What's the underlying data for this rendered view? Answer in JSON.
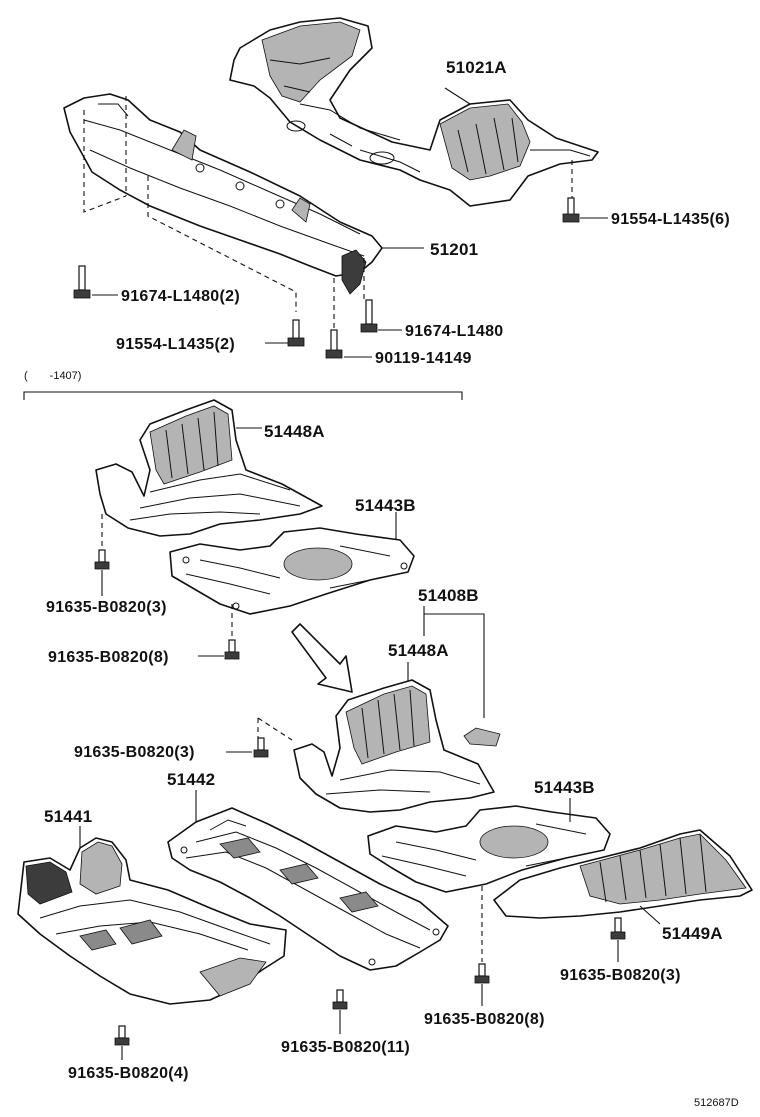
{
  "parts": {
    "frame_rear": "51021A",
    "crossmember": "51201",
    "bolt_crossmember_rear": "91554-L1435(6)",
    "bolt_crossmember_front": "91674-L1480(2)",
    "bolt_lower_left": "91554-L1435(2)",
    "bolt_lower_right": "91674-L1480",
    "bolt_center": "90119-14149",
    "cover_upper_a": "51448A",
    "cover_upper_b": "51443B",
    "screw_upper_a": "91635-B0820(3)",
    "screw_upper_b": "91635-B0820(8)",
    "set_label": "51408B",
    "cover_set_a": "51448A",
    "screw_set_a": "91635-B0820(3)",
    "cover_51442": "51442",
    "cover_51441": "51441",
    "cover_set_b": "51443B",
    "cover_51449a": "51449A",
    "screw_51449a": "91635-B0820(3)",
    "screw_set_b": "91635-B0820(8)",
    "screw_51442": "91635-B0820(11)",
    "screw_51441": "91635-B0820(4)"
  },
  "period_note": "(　　-1407)",
  "diagram_id": "512687D",
  "icons": [
    "bolt-icon",
    "screw-icon",
    "direction-arrow-icon"
  ]
}
